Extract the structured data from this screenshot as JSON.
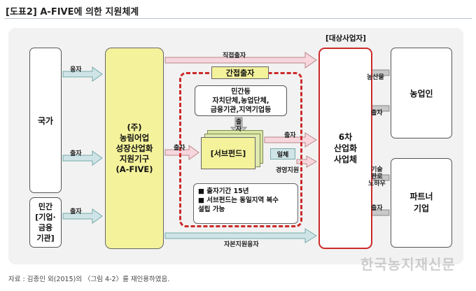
{
  "title": "[도표2] A-FIVE에 의한 지원체계",
  "boxes": {
    "government": "국가",
    "private": "민간\n[기업·\n금융\n기관]",
    "agency": "(주)\n농림어업\n성장산업화\n지원기구\n(A-FIVE)",
    "target_label": "[대상사업자]",
    "target": "6차\n산업화\n사업체",
    "farmer": "농업인",
    "partner": "파트너\n기업",
    "indirect_label": "간접출자",
    "sources": "민간등\n자치단체,농업단체,\n금융기관,지역기업등",
    "fund": "[서브펀드]",
    "equity_tag": "일체",
    "notes": [
      "■ 출자기간 15년",
      "■ 서브펀드는 동일지역 복수\n  설립 가능"
    ]
  },
  "arrows": {
    "gov_to_agency_1": "융자",
    "gov_to_agency_2": "출자",
    "private_to_agency": "출자",
    "direct_investment": "직접출자",
    "agency_to_fund": "출자",
    "sources_to_fund": "출자",
    "fund_to_target": "출자",
    "management_support": "경영지원",
    "capital_loan": "자본지원융자",
    "farmer_produce": "농산물",
    "farmer_invest": "출자",
    "partner_tech": "기술\n판로\n노하우",
    "partner_invest": "출자"
  },
  "source_note": "자료 : 김종인 외(2015)의 〈그림 4-2〉를 재인용하였음.",
  "watermark": "한국농지재신문",
  "colors": {
    "accent_red": "#cc2a2a",
    "yellow": "#f4f29b",
    "pink": "#f7d6de",
    "teal": "#cfe4e7"
  }
}
